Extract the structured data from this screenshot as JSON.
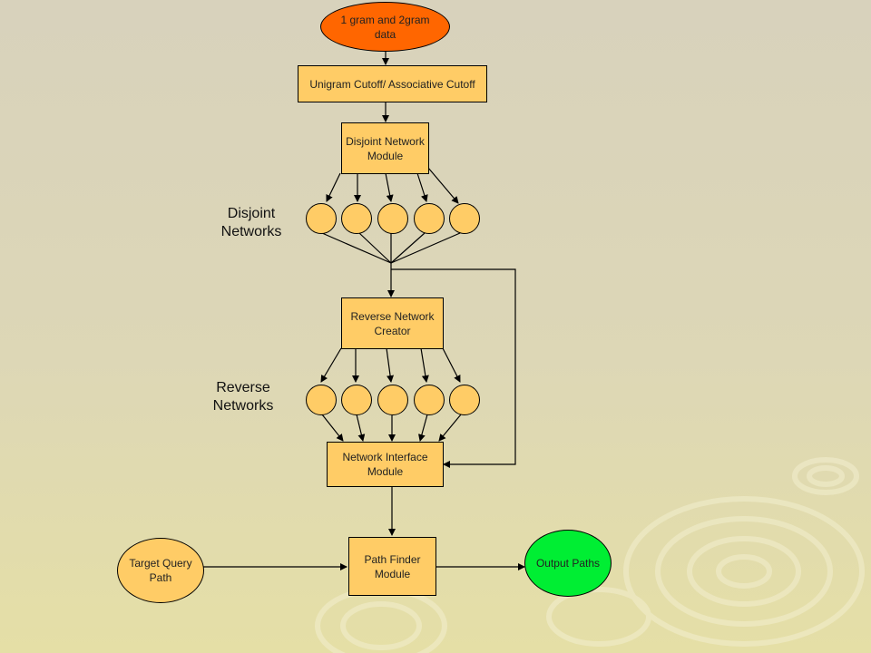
{
  "nodes": {
    "input_data": "1 gram and 2gram data",
    "cutoff": "Unigram Cutoff/ Associative Cutoff",
    "disjoint_module": "Disjoint Network Module",
    "reverse_creator": "Reverse Network Creator",
    "interface_module": "Network Interface Module",
    "path_finder": "Path Finder Module",
    "target_query": "Target Query Path",
    "output_paths": "Output Paths"
  },
  "labels": {
    "disjoint_networks": "Disjoint Networks",
    "reverse_networks": "Reverse Networks"
  },
  "colors": {
    "background": "#ddd7b6",
    "box_fill": "#ffcc66",
    "input_fill": "#ff6600",
    "output_fill": "#00ee33"
  }
}
